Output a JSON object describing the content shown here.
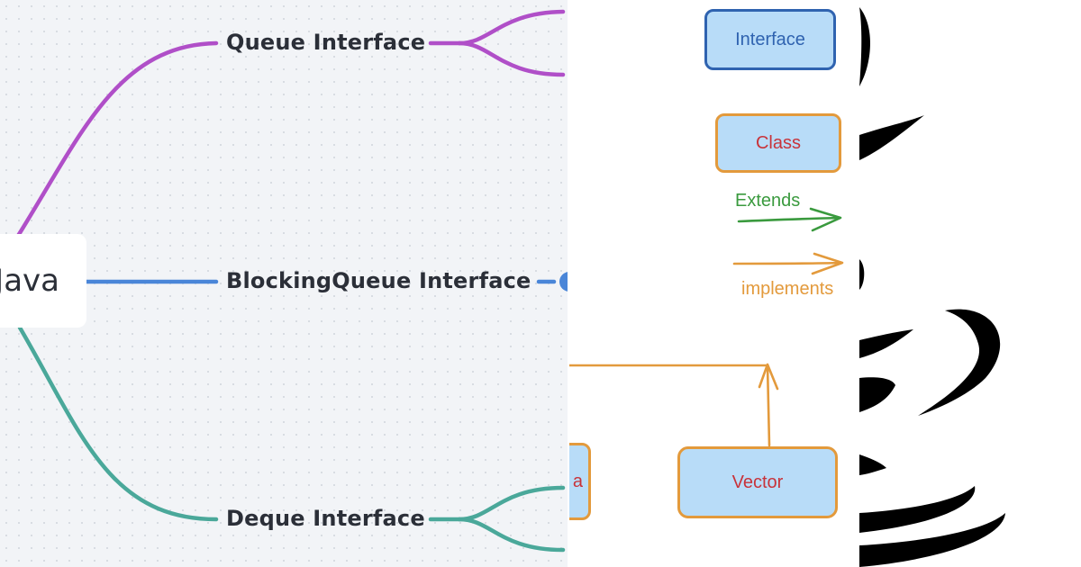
{
  "mindmap": {
    "root_label": "Java",
    "branches": [
      {
        "label": "Queue Interface",
        "color": "#b04fc8"
      },
      {
        "label": "BlockingQueue Interface",
        "color": "#4a86d8"
      },
      {
        "label": "Deque Interface",
        "color": "#4aa89a"
      }
    ]
  },
  "legend": {
    "interface_label": "Interface",
    "class_label": "Class",
    "extends_label": "Extends",
    "implements_label": "implements",
    "interface_color": "#2f63b0",
    "class_border_color": "#e39a3c",
    "class_text_color": "#c8333a",
    "extends_color": "#3a9a3e",
    "implements_color": "#e39a3c",
    "box_fill": "#b8dcf8"
  },
  "uml": {
    "vector_label": "Vector",
    "partial_label": "a"
  },
  "logo": {
    "name": "java-logo",
    "color": "#000000"
  }
}
